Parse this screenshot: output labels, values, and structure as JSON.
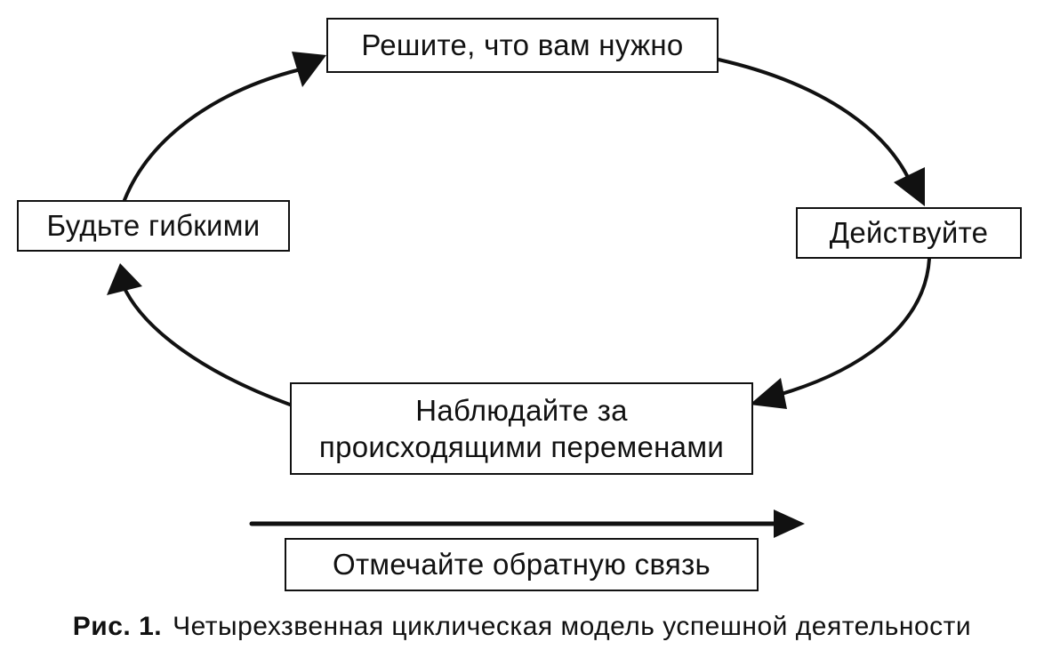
{
  "nodes": {
    "decide": "Решите, что вам нужно",
    "act": "Действуйте",
    "observe_line1": "Наблюдайте за",
    "observe_line2": "происходящими переменами",
    "flexible": "Будьте гибкими",
    "feedback": "Отмечайте обратную связь"
  },
  "caption": {
    "label": "Рис. 1.",
    "text": "Четырехзвенная циклическая модель успешной деятельности"
  },
  "colors": {
    "stroke": "#111111",
    "background": "#ffffff"
  }
}
